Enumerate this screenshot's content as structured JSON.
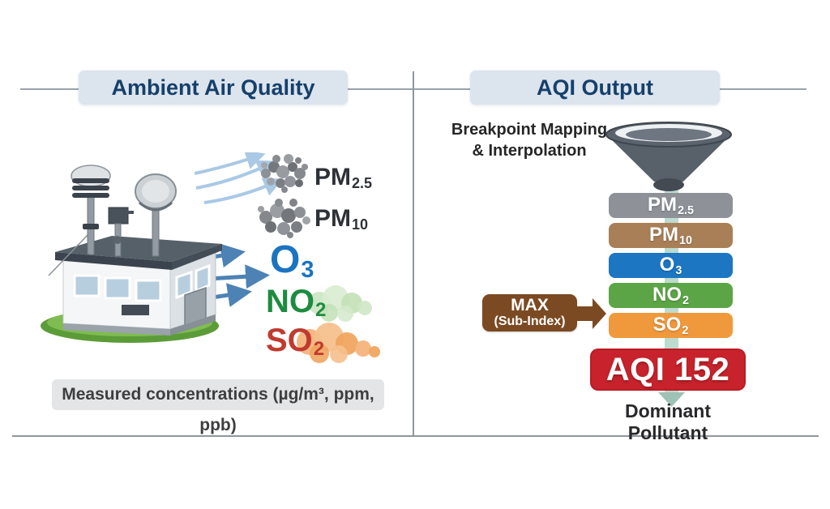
{
  "colors": {
    "header_bg": "#dce4ee",
    "header_text": "#15406b",
    "caption_bg": "#e4e5e7",
    "connector_line": "#9aa2ab",
    "divider_line": "#8f979e",
    "flow_strip": "#b7d8cb",
    "flow_arrow": "#9fc2b6"
  },
  "icons": {
    "station": "monitoring-station-icon",
    "wind": "wind-arrows-icon",
    "emission": "emission-arrows-icon",
    "pm25_particles": "particle-cluster-icon",
    "pm10_particles": "particle-cluster-icon",
    "no2_cloud": "gas-cloud-icon",
    "so2_cloud": "gas-cloud-icon",
    "funnel": "funnel-icon",
    "flow": "flow-arrow-icon"
  },
  "left": {
    "header": "Ambient Air Quality",
    "pollutants": [
      {
        "base": "PM",
        "sub": "2.5",
        "color": "#2e3237"
      },
      {
        "base": "PM",
        "sub": "10",
        "color": "#2e3237"
      },
      {
        "base": "O",
        "sub": "3",
        "color": "#1b74bf"
      },
      {
        "base": "NO",
        "sub": "2",
        "color": "#1e8c40"
      },
      {
        "base": "SO",
        "sub": "2",
        "color": "#c03a2f"
      }
    ],
    "caption": "Measured concentrations (µg/m³, ppm, ppb)"
  },
  "right": {
    "header": "AQI Output",
    "process_line1": "Breakpoint Mapping",
    "process_line2": "& Interpolation",
    "bars": [
      {
        "base": "PM",
        "sub": "2.5",
        "color": "#8e9298"
      },
      {
        "base": "PM",
        "sub": "10",
        "color": "#a97f57"
      },
      {
        "base": "O",
        "sub": "3",
        "color": "#1d76c2"
      },
      {
        "base": "NO",
        "sub": "2",
        "color": "#5ca546"
      },
      {
        "base": "SO",
        "sub": "2",
        "color": "#f0993c"
      }
    ],
    "max_badge": {
      "line1": "MAX",
      "line2": "(Sub-Index)",
      "color": "#7b4a22"
    },
    "aqi": {
      "label": "AQI 152",
      "color": "#c8232c"
    },
    "footer": "Dominant Pollutant"
  }
}
